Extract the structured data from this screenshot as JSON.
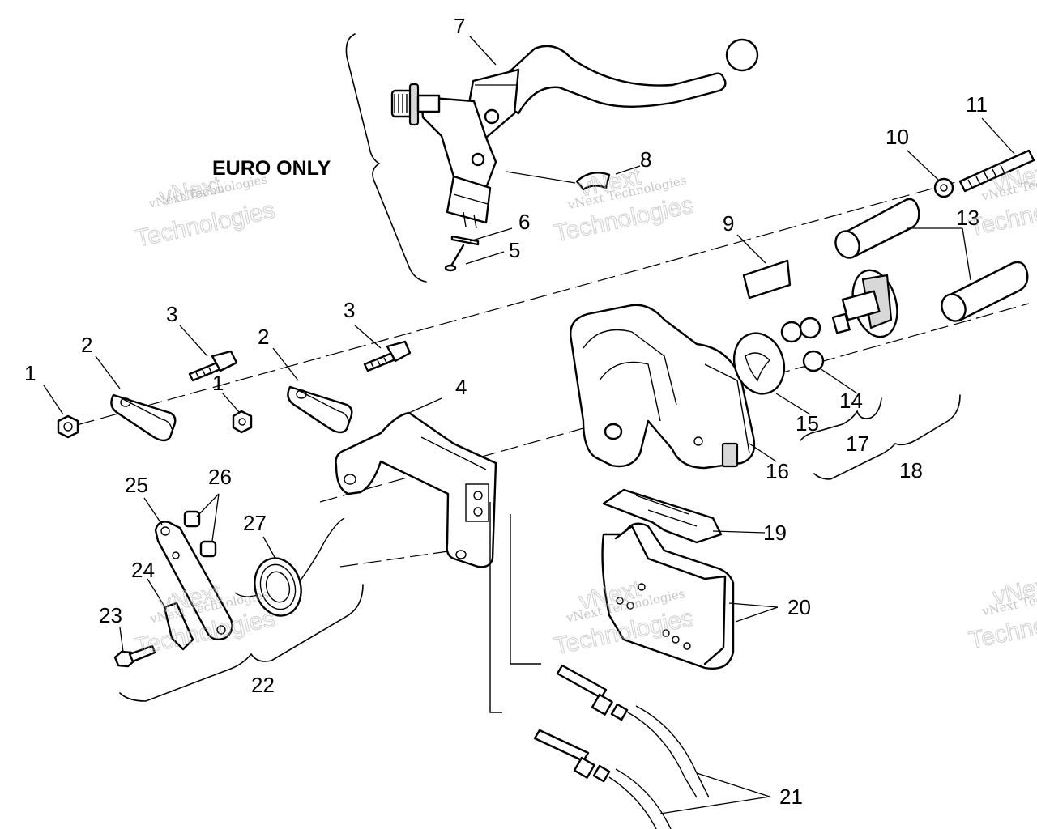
{
  "diagram": {
    "section_label": "EURO ONLY",
    "watermark": {
      "line1": "vNext Technologies",
      "line2": "vNext",
      "line3": "Technologies"
    },
    "callouts": [
      {
        "id": "nut-left",
        "label": "1"
      },
      {
        "id": "nut-right",
        "label": "1"
      },
      {
        "id": "clevis-left",
        "label": "2"
      },
      {
        "id": "clevis-right",
        "label": "2"
      },
      {
        "id": "bolt-left",
        "label": "3"
      },
      {
        "id": "bolt-right",
        "label": "3"
      },
      {
        "id": "bracket",
        "label": "4"
      },
      {
        "id": "euro-screw",
        "label": "5"
      },
      {
        "id": "euro-pin",
        "label": "6"
      },
      {
        "id": "lever-assembly",
        "label": "7"
      },
      {
        "id": "euro-clip",
        "label": "8"
      },
      {
        "id": "shim",
        "label": "9"
      },
      {
        "id": "washer",
        "label": "10"
      },
      {
        "id": "long-bolt",
        "label": "11"
      },
      {
        "id": "sleeves",
        "label": "13"
      },
      {
        "id": "balls",
        "label": "14"
      },
      {
        "id": "actuator-cam",
        "label": "15"
      },
      {
        "id": "caliper-body",
        "label": "16"
      },
      {
        "id": "group-17",
        "label": "17"
      },
      {
        "id": "group-18",
        "label": "18"
      },
      {
        "id": "pad-spring",
        "label": "19"
      },
      {
        "id": "brake-pads",
        "label": "20"
      },
      {
        "id": "cables",
        "label": "21"
      },
      {
        "id": "group-22",
        "label": "22"
      },
      {
        "id": "screw-23",
        "label": "23"
      },
      {
        "id": "lock-tab",
        "label": "24"
      },
      {
        "id": "arm-plate",
        "label": "25"
      },
      {
        "id": "bushings",
        "label": "26"
      },
      {
        "id": "torsion-spring",
        "label": "27"
      }
    ]
  }
}
